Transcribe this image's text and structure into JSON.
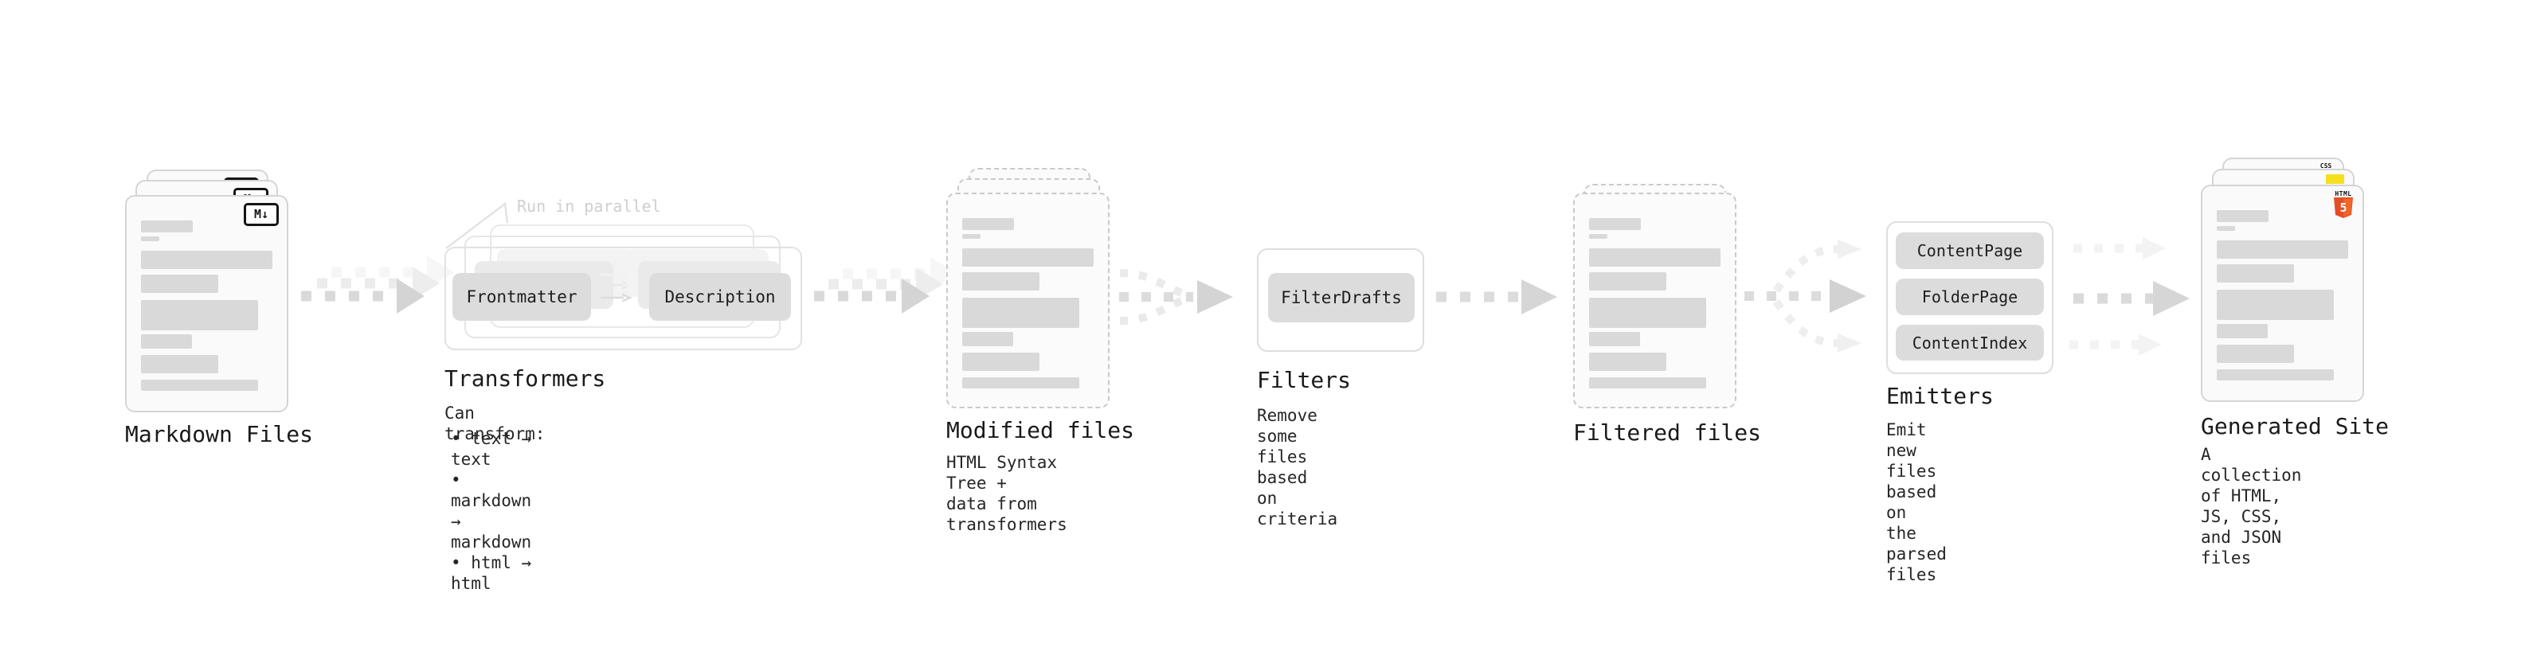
{
  "pipeline": {
    "markdown_files": {
      "label": "Markdown Files",
      "badge_icon": "M↓"
    },
    "transformers": {
      "heading": "Transformers",
      "note": "Run in parallel",
      "transformer_boxes": [
        "Frontmatter",
        "Description"
      ],
      "description_title": "Can transform:",
      "bullets": "• text → text\n• markdown → markdown\n• html → html"
    },
    "modified_files": {
      "heading": "Modified files",
      "description": "HTML Syntax Tree +\ndata from transformers"
    },
    "filters": {
      "heading": "Filters",
      "filter_boxes": [
        "FilterDrafts"
      ],
      "description": "Remove some files based\non criteria"
    },
    "filtered_files": {
      "label": "Filtered files"
    },
    "emitters": {
      "heading": "Emitters",
      "emitter_boxes": [
        "ContentPage",
        "FolderPage",
        "ContentIndex"
      ],
      "description": "Emit new files based on\nthe parsed files"
    },
    "generated_site": {
      "heading": "Generated Site",
      "description": "A collection of HTML,\nJS, CSS, and JSON files",
      "badges": {
        "css_label": "CSS",
        "html_label": "HTML",
        "html_number": "5"
      }
    }
  },
  "colors": {
    "accent_css_blue": "#2962f2",
    "accent_js_yellow": "#f7df1e",
    "accent_html_orange": "#e44d26",
    "placeholder_gray": "#d9d9d9",
    "arrow_gray": "#d9d9d9"
  }
}
